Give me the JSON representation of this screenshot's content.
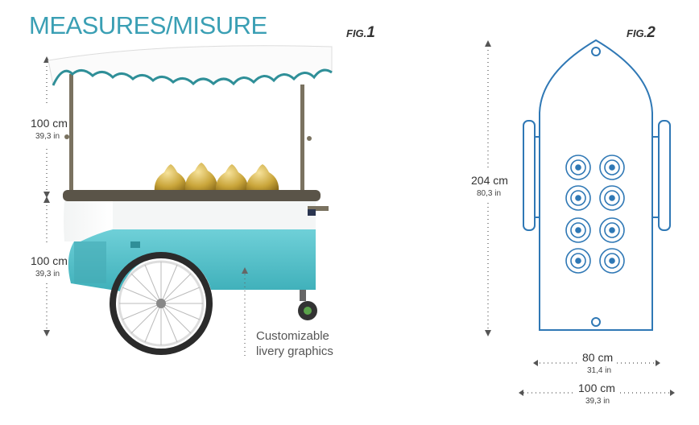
{
  "title": "MEASURES/MISURE",
  "fig1": {
    "prefix": "FIG.",
    "num": "1"
  },
  "fig2": {
    "prefix": "FIG.",
    "num": "2"
  },
  "cart_height_upper": {
    "cm": "100 cm",
    "in": "39,3 in"
  },
  "cart_height_lower": {
    "cm": "100 cm",
    "in": "39,3 in"
  },
  "plan_length": {
    "cm": "204 cm",
    "in": "80,3 in"
  },
  "plan_width_inner": {
    "cm": "80 cm",
    "in": "31,4 in"
  },
  "plan_width_outer": {
    "cm": "100 cm",
    "in": "39,3 in"
  },
  "note": {
    "line1": "Customizable",
    "line2": "livery graphics"
  },
  "colors": {
    "accent": "#3a9fb4",
    "cart_body": "#52c3cc",
    "plan_line": "#2f78b5",
    "canopy_trim": "#2f8f98",
    "gold": "#c9a53a"
  }
}
